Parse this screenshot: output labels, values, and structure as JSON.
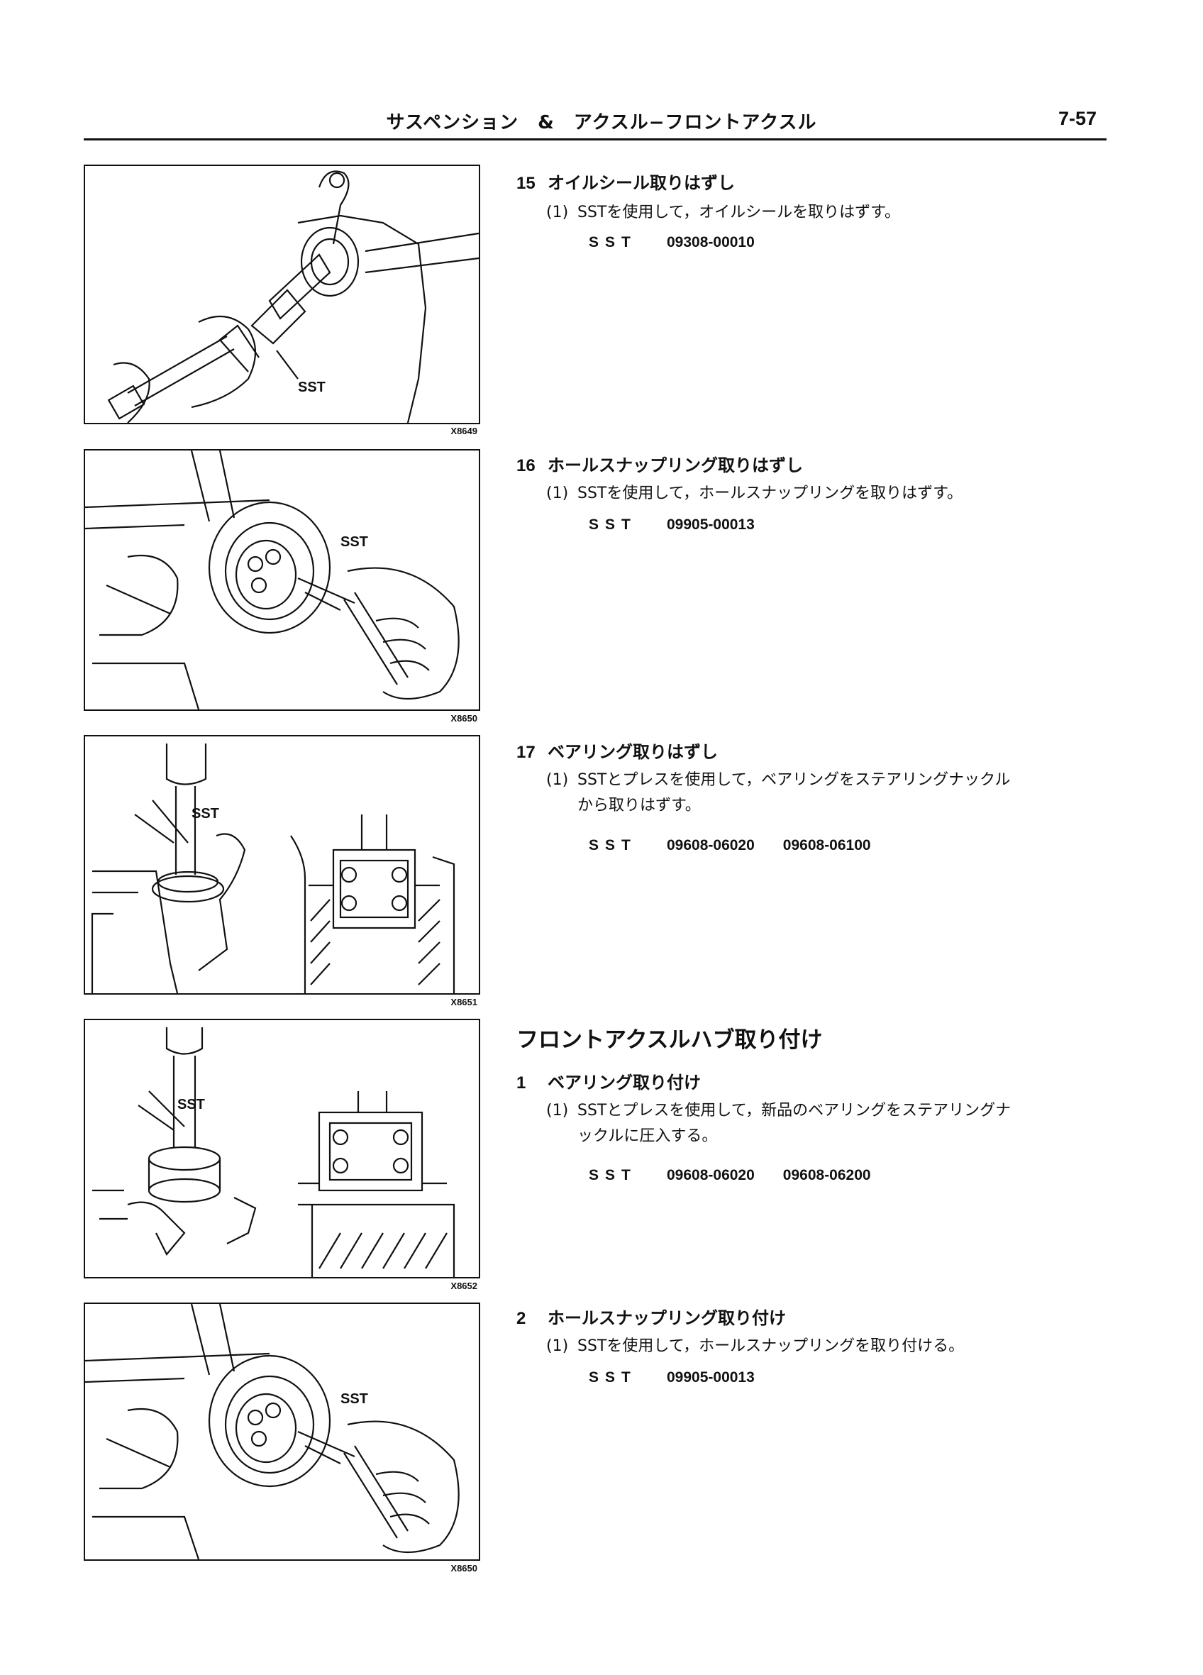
{
  "header": {
    "title": "サスペンション　&　アクスル−フロントアクスル",
    "page_number": "7-57"
  },
  "figures": [
    {
      "code": "X8649",
      "sst_label": "SST"
    },
    {
      "code": "X8650",
      "sst_label": "SST"
    },
    {
      "code": "X8651",
      "sst_label": "SST"
    },
    {
      "code": "X8652",
      "sst_label": "SST"
    },
    {
      "code": "X8650",
      "sst_label": "SST"
    }
  ],
  "steps": [
    {
      "number": "15",
      "title": "オイルシール取りはずし",
      "substep_mark": "(1)",
      "substep_lines": [
        "SSTを使用して，オイルシールを取りはずす。"
      ],
      "sst_label": "SST",
      "sst_codes": [
        "09308-00010"
      ]
    },
    {
      "number": "16",
      "title": "ホールスナップリング取りはずし",
      "substep_mark": "(1)",
      "substep_lines": [
        "SSTを使用して，ホールスナップリングを取りはずす。"
      ],
      "sst_label": "SST",
      "sst_codes": [
        "09905-00013"
      ]
    },
    {
      "number": "17",
      "title": "ベアリング取りはずし",
      "substep_mark": "(1)",
      "substep_lines": [
        "SSTとプレスを使用して，ベアリングをステアリングナックル",
        "から取りはずす。"
      ],
      "sst_label": "SST",
      "sst_codes": [
        "09608-06020",
        "09608-06100"
      ]
    }
  ],
  "section": {
    "heading": "フロントアクスルハブ取り付け",
    "steps": [
      {
        "number": "1",
        "title": "ベアリング取り付け",
        "substep_mark": "(1)",
        "substep_lines": [
          "SSTとプレスを使用して，新品のベアリングをステアリングナ",
          "ックルに圧入する。"
        ],
        "sst_label": "SST",
        "sst_codes": [
          "09608-06020",
          "09608-06200"
        ]
      },
      {
        "number": "2",
        "title": "ホールスナップリング取り付け",
        "substep_mark": "(1)",
        "substep_lines": [
          "SSTを使用して，ホールスナップリングを取り付ける。"
        ],
        "sst_label": "SST",
        "sst_codes": [
          "09905-00013"
        ]
      }
    ]
  }
}
